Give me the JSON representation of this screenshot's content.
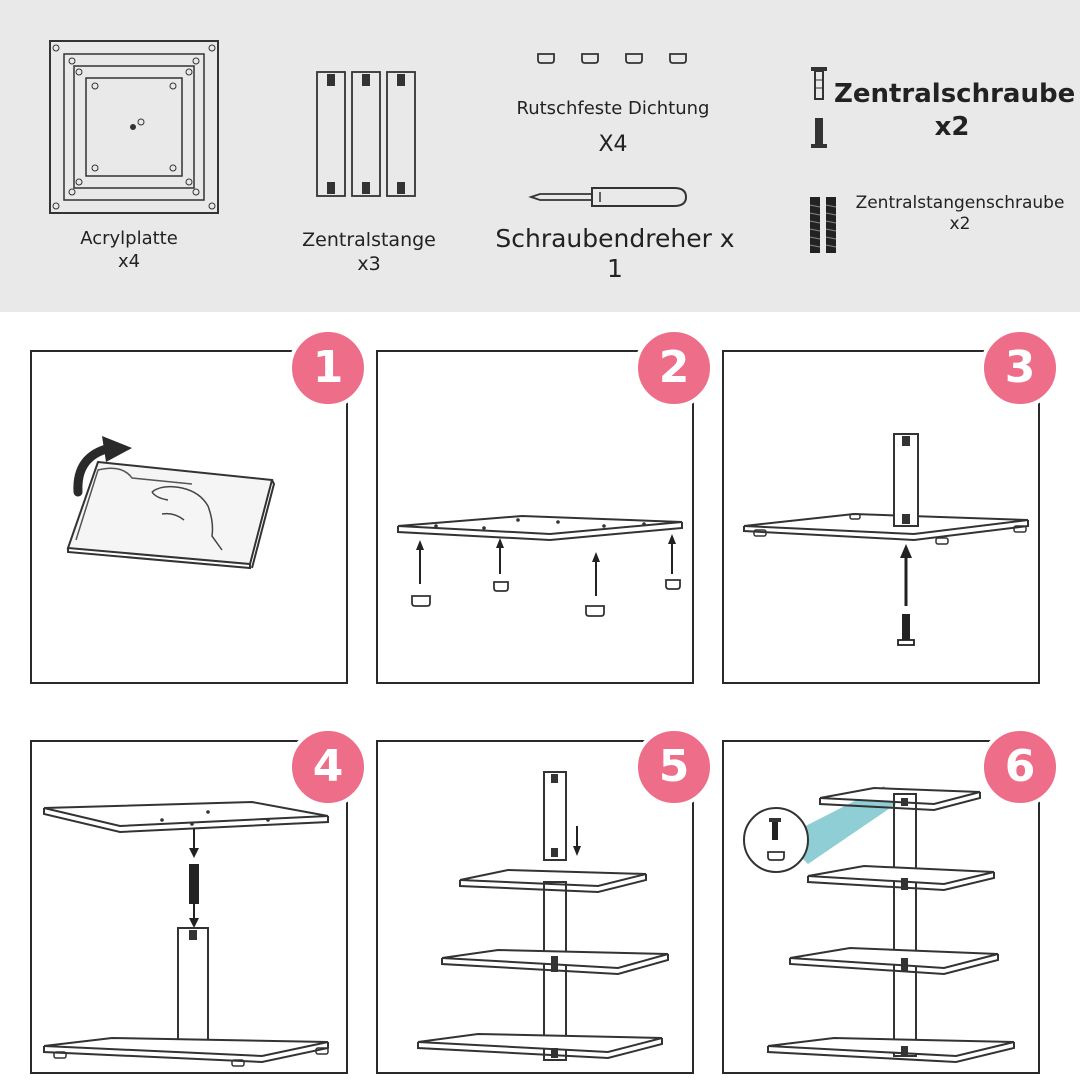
{
  "parts": [
    {
      "name": "Acrylplatte",
      "qty": "x4"
    },
    {
      "name": "Zentralstange",
      "qty": "x3"
    },
    {
      "name": "Rutschfeste Dichtung",
      "qty": "X4"
    },
    {
      "name": "Schraubendreher x",
      "qty": "1"
    },
    {
      "name": "Zentralschraube",
      "qty": "x2"
    },
    {
      "name": "Zentralstangenschraube",
      "qty": "x2"
    }
  ],
  "steps": [
    "1",
    "2",
    "3",
    "4",
    "5",
    "6"
  ],
  "colors": {
    "badge": "#ee6d88",
    "parts_bg": "#e9e9e9",
    "callout": "#7cc6cf"
  }
}
